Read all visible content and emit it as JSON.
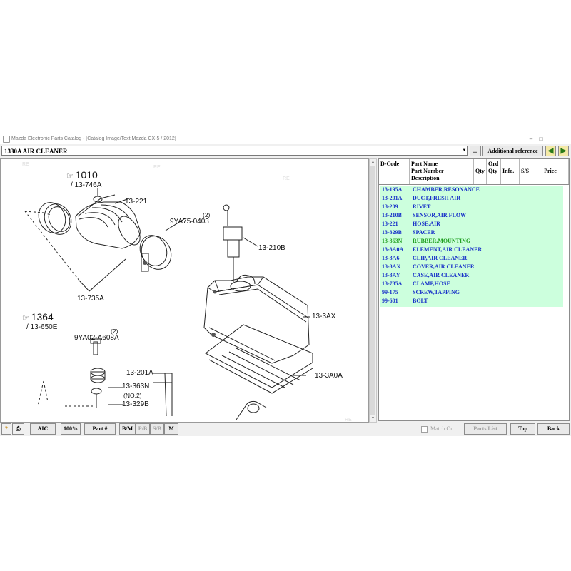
{
  "window": {
    "title": "Mazda Electronic Parts Catalog - [Catalog Image/Text Mazda CX-5 / 2012]",
    "controls": {
      "minimize": "–",
      "maximize": "□"
    }
  },
  "toolbar": {
    "section": "1330A  AIR CLEANER",
    "ellipsis_label": "...",
    "additional_reference_label": "Additional reference",
    "prev_icon": "◆",
    "next_icon": "◆"
  },
  "diagram": {
    "callouts": {
      "ref1010": "1010",
      "ref1010_sub": "/ 13-746A",
      "c13221": "13-221",
      "c9ya75_qty": "(2)",
      "c9ya75": "9YA75-0403",
      "c13210b": "13-210B",
      "c13735a": "13-735A",
      "c133ax": "13-3AX",
      "ref1364": "1364",
      "ref1364_sub": "/ 13-650E",
      "c9ya02_qty": "(2)",
      "c9ya02": "9YA02-A608A",
      "c13201a": "13-201A",
      "c13363n": "13-363N",
      "c13363n_no": "(NO.2)",
      "c13329b": "13-329B",
      "c133a0a": "13-3A0A"
    },
    "watermark": "RE"
  },
  "parts_table": {
    "headers": {
      "dcode": "D-Code",
      "part_name": "Part Name",
      "part_number": "Part Number",
      "description": "Description",
      "qty": "Qty",
      "ord": "Ord",
      "ord_qty": "Qty",
      "info": "Info.",
      "ss": "S/S",
      "price": "Price"
    },
    "rows": [
      {
        "code": "13-195A",
        "name": "CHAMBER,RESONANCE"
      },
      {
        "code": "13-201A",
        "name": "DUCT,FRESH AIR"
      },
      {
        "code": "13-209",
        "name": "RIVET"
      },
      {
        "code": "13-210B",
        "name": "SENSOR,AIR FLOW"
      },
      {
        "code": "13-221",
        "name": "HOSE,AIR"
      },
      {
        "code": "13-329B",
        "name": "SPACER"
      },
      {
        "code": "13-363N",
        "name": "RUBBER,MOUNTING"
      },
      {
        "code": "13-3A0A",
        "name": "ELEMENT,AIR CLEANER"
      },
      {
        "code": "13-3A6",
        "name": "CLIP,AIR CLEANER"
      },
      {
        "code": "13-3AX",
        "name": "COVER,AIR CLEANER"
      },
      {
        "code": "13-3AY",
        "name": "CASE,AIR CLEANER"
      },
      {
        "code": "13-735A",
        "name": "CLAMP,HOSE"
      },
      {
        "code": "99-175",
        "name": "SCREW,TAPPING"
      },
      {
        "code": "99-601",
        "name": "BOLT"
      }
    ],
    "highlight_color": "#22a022",
    "row_color": "#1a33c9",
    "background": "#ccffdd"
  },
  "statusbar": {
    "help_label": "?",
    "print_icon": "printer-icon",
    "aic_label": "AIC",
    "zoom_label": "100%",
    "part_label": "Part #",
    "bm_label": "B/M",
    "pb_label": "P/B",
    "sb_label": "S/B",
    "m_label": "M",
    "match_on_label": "Match On",
    "parts_list_label": "Parts List",
    "top_label": "Top",
    "back_label": "Back"
  }
}
